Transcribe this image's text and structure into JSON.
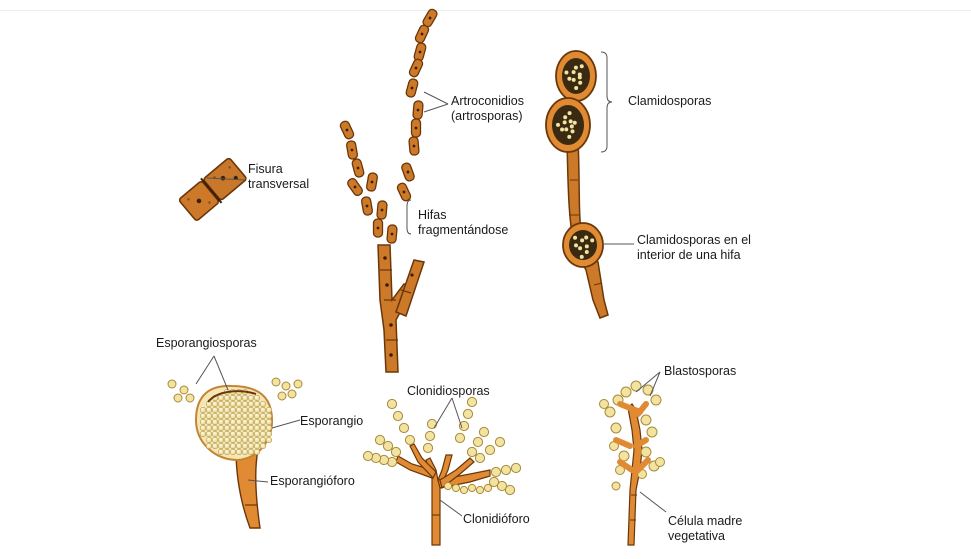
{
  "labels": {
    "fisura": [
      "Fisura",
      "transversal"
    ],
    "artroconidios": [
      "Artroconidios",
      "(artrosporas)"
    ],
    "hifas": [
      "Hifas",
      "fragmentándose"
    ],
    "clamidosporas": "Clamidosporas",
    "clamido_hifa": [
      "Clamidosporas en el",
      "interior de una hifa"
    ],
    "esporangiosporas": "Esporangiosporas",
    "esporangio": "Esporangio",
    "esporangioforo": "Esporangióforo",
    "clonidiosporas": "Clonidiosporas",
    "clonidioforo": "Clonidióforo",
    "blastosporas": "Blastosporas",
    "celula": [
      "Célula madre",
      "vegetativa"
    ]
  },
  "colors": {
    "hypha": "#cc7a2a",
    "hypha_dark": "#7a3f0e",
    "spore": "#f3e3a0",
    "spore_edge": "#a88a3a",
    "chlamydo_inner": "#3b2a12",
    "sporangium": "#f5e6b4",
    "leader": "#555555"
  }
}
